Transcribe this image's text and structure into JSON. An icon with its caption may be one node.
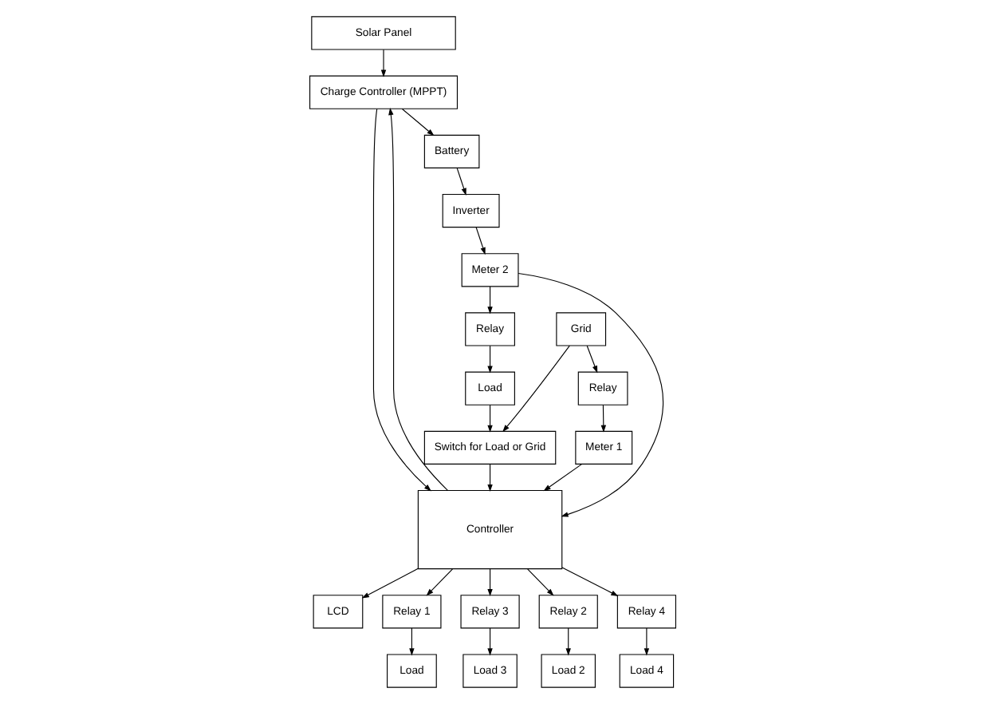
{
  "diagram": {
    "nodes": [
      {
        "text": [
          "Solar Panel"
        ]
      },
      {
        "text": [
          "Charge Controller (MPPT)"
        ]
      },
      {
        "text": [
          "Battery"
        ]
      },
      {
        "text": [
          "LCD"
        ]
      },
      {
        "text": [
          "Controller"
        ]
      },
      {
        "text": [
          "Load"
        ]
      },
      {
        "text": [
          "Relay 1"
        ]
      },
      {
        "text": [
          "Load 3"
        ]
      },
      {
        "text": [
          "Relay 3"
        ]
      },
      {
        "text": [
          "Relay 2"
        ]
      },
      {
        "text": [
          "Load 2"
        ]
      },
      {
        "text": [
          "Relay 4"
        ]
      },
      {
        "text": [
          "Load 4"
        ]
      },
      {
        "text": [
          "Inverter"
        ]
      },
      {
        "text": [
          "Switch for Load or Grid"
        ]
      },
      {
        "text": [
          "Load"
        ]
      },
      {
        "text": [
          "Grid"
        ]
      },
      {
        "text": [
          "Relay"
        ]
      },
      {
        "text": [
          "Relay"
        ]
      },
      {
        "text": [
          "Meter 2"
        ]
      },
      {
        "text": [
          "Meter 1"
        ]
      }
    ],
    "edges": [
      {
        "from": 0,
        "to": 1,
        "arrow": "to"
      },
      {
        "from": 1,
        "to": 2,
        "arrow": "to"
      },
      {
        "from": 1,
        "to": 4,
        "arrow": "to"
      },
      {
        "from": 4,
        "to": 1,
        "arrow": "to"
      },
      {
        "from": 2,
        "to": 13,
        "arrow": "to"
      },
      {
        "from": 4,
        "to": 3,
        "arrow": "to"
      },
      {
        "from": 4,
        "to": 6,
        "arrow": "to"
      },
      {
        "from": 6,
        "to": 5,
        "arrow": "to"
      },
      {
        "from": 4,
        "to": 8,
        "arrow": "to"
      },
      {
        "from": 8,
        "to": 7,
        "arrow": "to"
      },
      {
        "from": 4,
        "to": 9,
        "arrow": "to"
      },
      {
        "from": 9,
        "to": 10,
        "arrow": "to"
      },
      {
        "from": 4,
        "to": 11,
        "arrow": "to"
      },
      {
        "from": 11,
        "to": 12,
        "arrow": "to"
      },
      {
        "from": 14,
        "to": 4,
        "arrow": "to"
      },
      {
        "from": 15,
        "to": 14,
        "arrow": "to"
      },
      {
        "from": 16,
        "to": 14,
        "arrow": "to"
      },
      {
        "from": 17,
        "to": 15,
        "arrow": "to"
      },
      {
        "from": 19,
        "to": 17,
        "arrow": "to"
      },
      {
        "from": 16,
        "to": 18,
        "arrow": "to"
      },
      {
        "from": 18,
        "to": 20,
        "arrow": "to"
      },
      {
        "from": 13,
        "to": 19,
        "arrow": "to"
      },
      {
        "from": 19,
        "to": 4,
        "arrow": "to"
      },
      {
        "from": 20,
        "to": 4,
        "arrow": "to"
      }
    ]
  }
}
